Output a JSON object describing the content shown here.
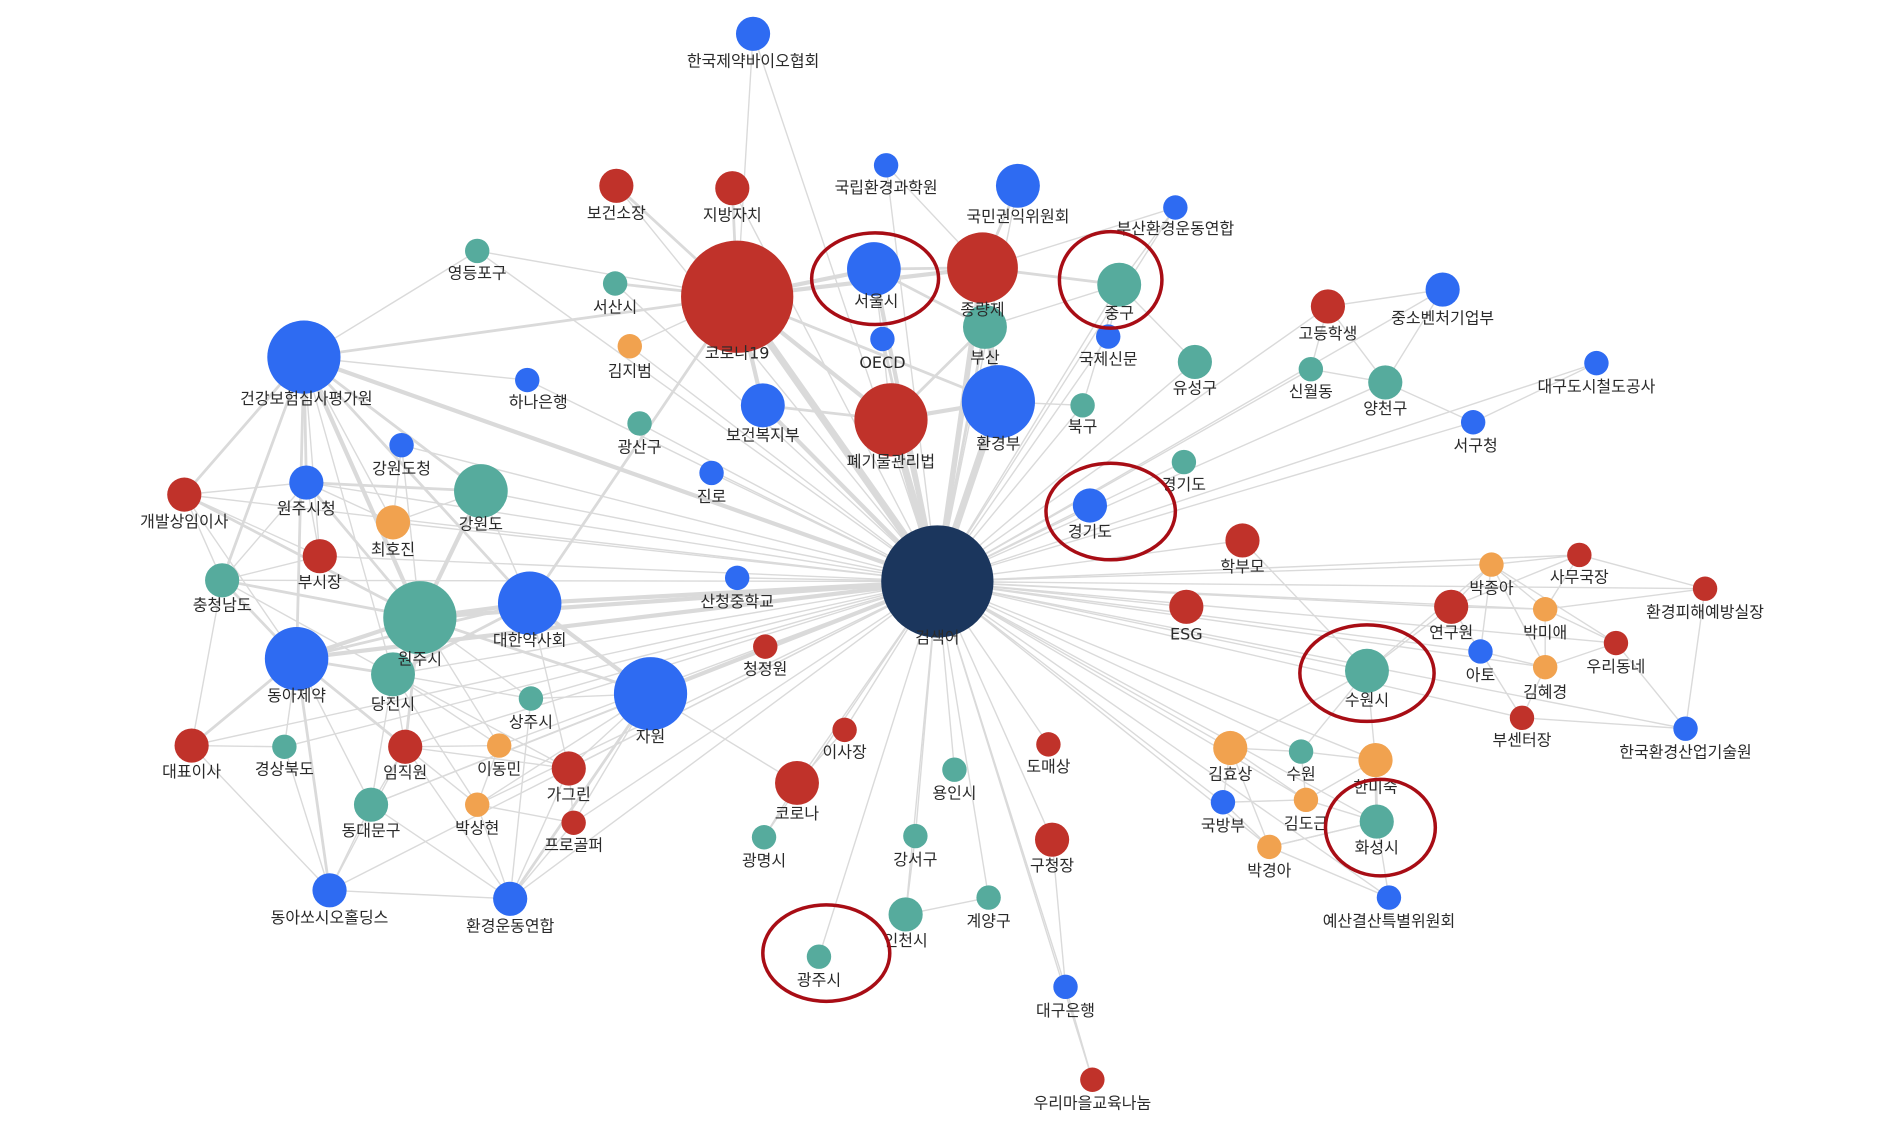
{
  "palette": {
    "center": "#1b365d",
    "red": "#c0322a",
    "blue": "#2e6bf2",
    "teal": "#56ab9d",
    "orange": "#f1a24f",
    "edge": "#dadada",
    "highlight_ring": "#a80d15"
  },
  "center_node": {
    "id": "검색어",
    "label": "검색어",
    "color": "center"
  },
  "nodes": [
    {
      "id": "검색어",
      "label": "검색어",
      "color": "center"
    },
    {
      "id": "한국제약바이오협회",
      "label": "한국제약바이오협회",
      "color": "blue"
    },
    {
      "id": "국립환경과학원",
      "label": "국립환경과학원",
      "color": "blue"
    },
    {
      "id": "보건소장",
      "label": "보건소장",
      "color": "red"
    },
    {
      "id": "지방자치",
      "label": "지방자치",
      "color": "red"
    },
    {
      "id": "국민권익위원회",
      "label": "국민권익위원회",
      "color": "blue"
    },
    {
      "id": "부산환경운동연합",
      "label": "부산환경운동연합",
      "color": "blue"
    },
    {
      "id": "영등포구",
      "label": "영등포구",
      "color": "teal"
    },
    {
      "id": "서산시",
      "label": "서산시",
      "color": "teal"
    },
    {
      "id": "코로나19",
      "label": "코로나19",
      "color": "red"
    },
    {
      "id": "서울시",
      "label": "서울시",
      "color": "blue"
    },
    {
      "id": "종량제",
      "label": "종량제",
      "color": "red"
    },
    {
      "id": "중구",
      "label": "중구",
      "color": "teal"
    },
    {
      "id": "고등학생",
      "label": "고등학생",
      "color": "red"
    },
    {
      "id": "중소벤처기업부",
      "label": "중소벤처기업부",
      "color": "blue"
    },
    {
      "id": "김지범",
      "label": "김지범",
      "color": "orange"
    },
    {
      "id": "OECD",
      "label": "OECD",
      "color": "blue"
    },
    {
      "id": "부산",
      "label": "부산",
      "color": "teal"
    },
    {
      "id": "국제신문",
      "label": "국제신문",
      "color": "blue"
    },
    {
      "id": "유성구",
      "label": "유성구",
      "color": "teal"
    },
    {
      "id": "신월동",
      "label": "신월동",
      "color": "teal"
    },
    {
      "id": "양천구",
      "label": "양천구",
      "color": "teal"
    },
    {
      "id": "대구도시철도공사",
      "label": "대구도시철도공사",
      "color": "blue"
    },
    {
      "id": "건강보험심사평가원",
      "label": "건강보험심사평가원",
      "color": "blue"
    },
    {
      "id": "하나은행",
      "label": "하나은행",
      "color": "blue"
    },
    {
      "id": "보건복지부",
      "label": "보건복지부",
      "color": "blue"
    },
    {
      "id": "폐기물관리법",
      "label": "폐기물관리법",
      "color": "red"
    },
    {
      "id": "환경부",
      "label": "환경부",
      "color": "blue"
    },
    {
      "id": "북구",
      "label": "북구",
      "color": "teal"
    },
    {
      "id": "광산구",
      "label": "광산구",
      "color": "teal"
    },
    {
      "id": "서구청",
      "label": "서구청",
      "color": "blue"
    },
    {
      "id": "강원도청",
      "label": "강원도청",
      "color": "blue"
    },
    {
      "id": "진로",
      "label": "진로",
      "color": "blue"
    },
    {
      "id": "경기도_1",
      "label": "경기도",
      "color": "teal"
    },
    {
      "id": "경기도_2",
      "label": "경기도",
      "color": "blue"
    },
    {
      "id": "개발상임이사",
      "label": "개발상임이사",
      "color": "red"
    },
    {
      "id": "원주시청",
      "label": "원주시청",
      "color": "blue"
    },
    {
      "id": "강원도",
      "label": "강원도",
      "color": "teal"
    },
    {
      "id": "최호진",
      "label": "최호진",
      "color": "orange"
    },
    {
      "id": "학부모",
      "label": "학부모",
      "color": "red"
    },
    {
      "id": "부시장",
      "label": "부시장",
      "color": "red"
    },
    {
      "id": "충청남도",
      "label": "충청남도",
      "color": "teal"
    },
    {
      "id": "박종아",
      "label": "박종아",
      "color": "orange"
    },
    {
      "id": "사무국장",
      "label": "사무국장",
      "color": "red"
    },
    {
      "id": "산청중학교",
      "label": "산청중학교",
      "color": "blue"
    },
    {
      "id": "ESG",
      "label": "ESG",
      "color": "red"
    },
    {
      "id": "연구원",
      "label": "연구원",
      "color": "red"
    },
    {
      "id": "박미애",
      "label": "박미애",
      "color": "orange"
    },
    {
      "id": "환경피해예방실장",
      "label": "환경피해예방실장",
      "color": "red"
    },
    {
      "id": "원주시",
      "label": "원주시",
      "color": "teal"
    },
    {
      "id": "대한약사회",
      "label": "대한약사회",
      "color": "blue"
    },
    {
      "id": "청정원",
      "label": "청정원",
      "color": "red"
    },
    {
      "id": "아토",
      "label": "아토",
      "color": "blue"
    },
    {
      "id": "우리동네",
      "label": "우리동네",
      "color": "red"
    },
    {
      "id": "동아제약",
      "label": "동아제약",
      "color": "blue"
    },
    {
      "id": "당진시",
      "label": "당진시",
      "color": "teal"
    },
    {
      "id": "수원시",
      "label": "수원시",
      "color": "teal"
    },
    {
      "id": "김혜경",
      "label": "김혜경",
      "color": "orange"
    },
    {
      "id": "자원",
      "label": "자원",
      "color": "blue"
    },
    {
      "id": "상주시",
      "label": "상주시",
      "color": "teal"
    },
    {
      "id": "부센터장",
      "label": "부센터장",
      "color": "red"
    },
    {
      "id": "한국환경산업기술원",
      "label": "한국환경산업기술원",
      "color": "blue"
    },
    {
      "id": "대표이사",
      "label": "대표이사",
      "color": "red"
    },
    {
      "id": "경상북도",
      "label": "경상북도",
      "color": "teal"
    },
    {
      "id": "임직원",
      "label": "임직원",
      "color": "red"
    },
    {
      "id": "이동민",
      "label": "이동민",
      "color": "orange"
    },
    {
      "id": "가그린",
      "label": "가그린",
      "color": "red"
    },
    {
      "id": "이사장",
      "label": "이사장",
      "color": "red"
    },
    {
      "id": "김효상",
      "label": "김효상",
      "color": "orange"
    },
    {
      "id": "수원",
      "label": "수원",
      "color": "teal"
    },
    {
      "id": "한미숙",
      "label": "한미숙",
      "color": "orange"
    },
    {
      "id": "도매상",
      "label": "도매상",
      "color": "red"
    },
    {
      "id": "용인시",
      "label": "용인시",
      "color": "teal"
    },
    {
      "id": "코로나",
      "label": "코로나",
      "color": "red"
    },
    {
      "id": "동대문구",
      "label": "동대문구",
      "color": "teal"
    },
    {
      "id": "박상현",
      "label": "박상현",
      "color": "orange"
    },
    {
      "id": "프로골퍼",
      "label": "프로골퍼",
      "color": "red"
    },
    {
      "id": "국방부",
      "label": "국방부",
      "color": "blue"
    },
    {
      "id": "김도근",
      "label": "김도근",
      "color": "orange"
    },
    {
      "id": "화성시",
      "label": "화성시",
      "color": "teal"
    },
    {
      "id": "광명시",
      "label": "광명시",
      "color": "teal"
    },
    {
      "id": "강서구",
      "label": "강서구",
      "color": "teal"
    },
    {
      "id": "구청장",
      "label": "구청장",
      "color": "red"
    },
    {
      "id": "박경아",
      "label": "박경아",
      "color": "orange"
    },
    {
      "id": "동아쏘시오홀딩스",
      "label": "동아쏘시오홀딩스",
      "color": "blue"
    },
    {
      "id": "환경운동연합",
      "label": "환경운동연합",
      "color": "blue"
    },
    {
      "id": "예산결산특별위원회",
      "label": "예산결산특별위원회",
      "color": "blue"
    },
    {
      "id": "계양구",
      "label": "계양구",
      "color": "teal"
    },
    {
      "id": "인천시",
      "label": "인천시",
      "color": "teal"
    },
    {
      "id": "광주시",
      "label": "광주시",
      "color": "teal"
    },
    {
      "id": "대구은행",
      "label": "대구은행",
      "color": "blue"
    },
    {
      "id": "우리마을교육나눔",
      "label": "우리마을교육나눔",
      "color": "red"
    }
  ],
  "highlighted_nodes": [
    "서울시",
    "중구",
    "경기도_2",
    "수원시",
    "화성시",
    "광주시"
  ]
}
